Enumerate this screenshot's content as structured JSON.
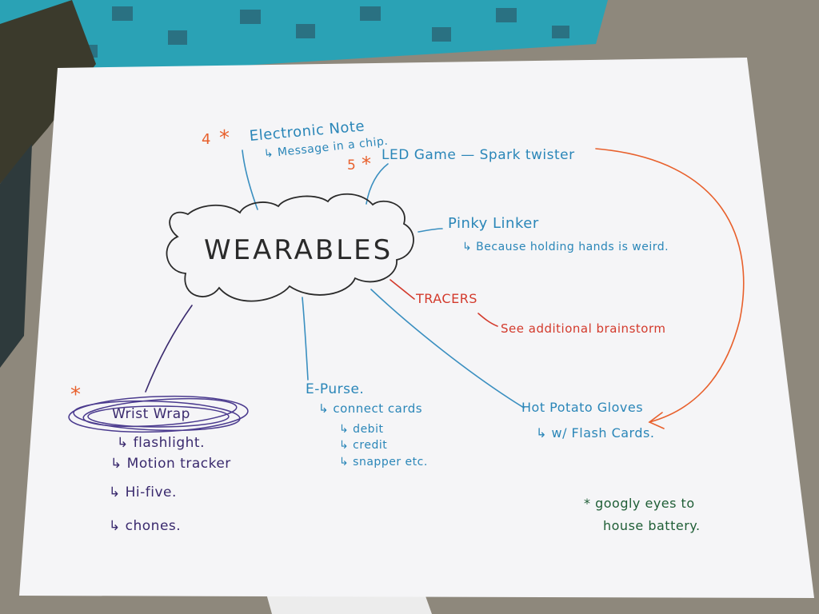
{
  "center": {
    "title": "WEARABLES"
  },
  "branches": {
    "electronic_note": {
      "number": "4",
      "star": "*",
      "title": "Electronic Note",
      "sub": "↳ Message in a chip."
    },
    "led_game": {
      "number": "5",
      "star": "*",
      "title": "LED Game — Spark twister"
    },
    "pinky_linker": {
      "title": "Pinky Linker",
      "sub": "↳ Because holding hands is weird."
    },
    "tracers": {
      "title": "TRACERS",
      "sub": "See additional brainstorm"
    },
    "wrist_wrap": {
      "star": "*",
      "title": "Wrist Wrap",
      "items": [
        "↳ flashlight.",
        "↳ Motion tracker",
        "↳ Hi-five.",
        "↳ chones."
      ]
    },
    "e_purse": {
      "title": "E-Purse.",
      "sub": "↳ connect cards",
      "items": [
        "↳ debit",
        "↳ credit",
        "↳ snapper etc."
      ]
    },
    "hot_potato": {
      "title": "Hot Potato Gloves",
      "sub": "↳ w/ Flash Cards."
    }
  },
  "note": {
    "line1": "* googly eyes to",
    "line2": "house battery."
  },
  "colors": {
    "paper": "#f6f6f8",
    "blue_pen": "#2a86b8",
    "red_pen": "#d33a2c",
    "orange_pen": "#e8602c",
    "purple_pen": "#3a2a6e",
    "green_pen": "#1f5e36",
    "fabric": "#2aa6b8"
  }
}
